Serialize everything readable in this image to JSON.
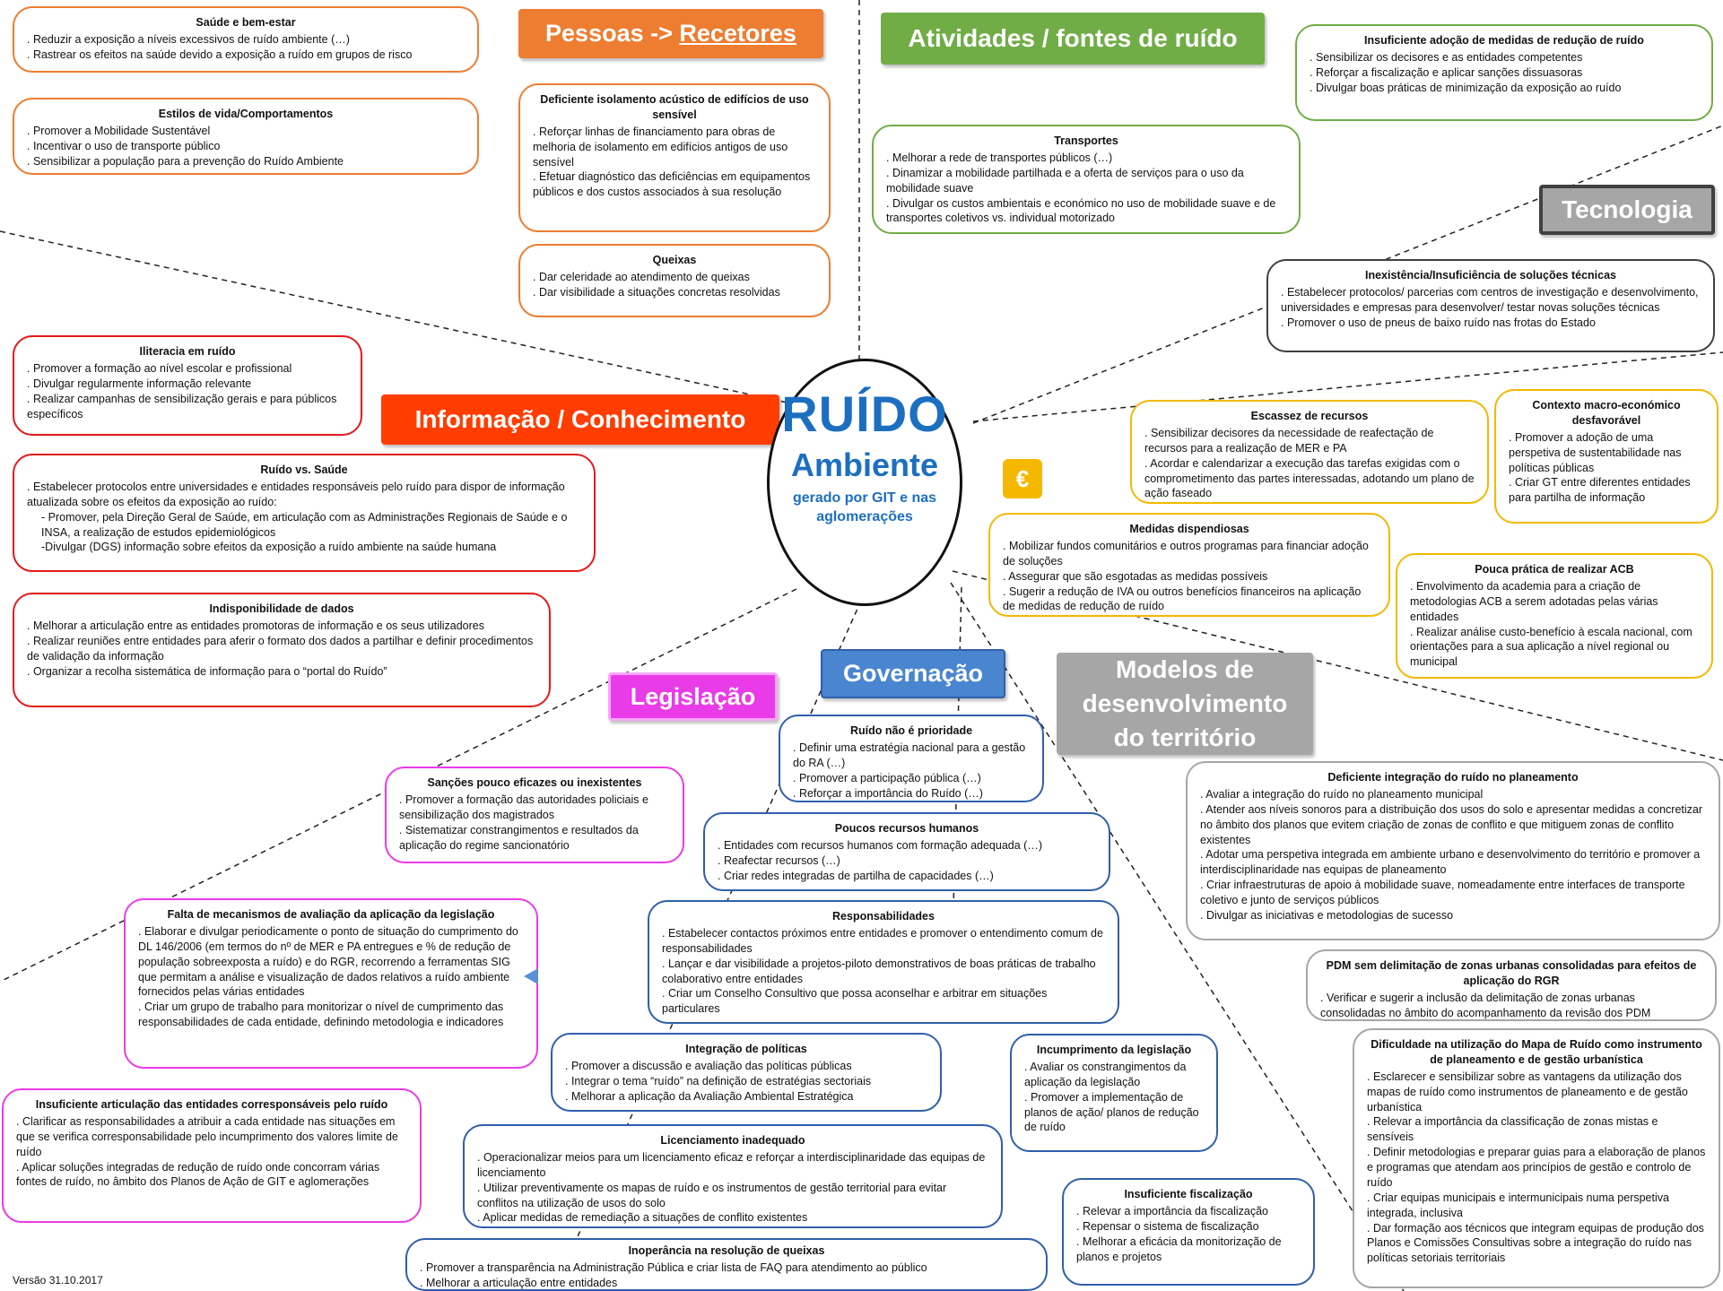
{
  "center": {
    "title": "RUÍDO",
    "subtitle": "Ambiente",
    "caption": "gerado por GIT e nas aglomerações"
  },
  "categories": {
    "pessoas": {
      "prefix": "Pessoas -> ",
      "link": "Recetores"
    },
    "atividades": "Atividades / fontes de ruído",
    "tecnologia": "Tecnologia",
    "informacao": "Informação / Conhecimento",
    "legislacao": "Legislação",
    "governacao": "Governação",
    "modelos": "Modelos de desenvolvimento do território",
    "euro": "€"
  },
  "colors": {
    "orange": "#ed7d31",
    "green": "#70ad47",
    "gray": "#a6a6a6",
    "dark": "#404040",
    "red": "#e31a1a",
    "orangered": "#ff3d00",
    "yellow": "#f5b800",
    "magenta": "#ea3be8",
    "blue": "#4a86d0",
    "darkblue": "#2f5faa"
  },
  "boxes": {
    "saude": {
      "title": "Saúde e bem-estar",
      "items": [
        ". Reduzir a exposição a níveis excessivos de ruído ambiente (…)",
        ". Rastrear os efeitos na saúde devido a exposição a ruído em grupos de risco"
      ]
    },
    "estilos": {
      "title": "Estilos de vida/Comportamentos",
      "items": [
        ". Promover a Mobilidade Sustentável",
        ". Incentivar o uso de transporte público",
        ". Sensibilizar a população para a prevenção do Ruído Ambiente"
      ]
    },
    "isolamento": {
      "title": "Deficiente isolamento acústico de edifícios de uso sensível",
      "items": [
        ". Reforçar linhas de financiamento para obras de melhoria de isolamento em edifícios antigos de uso sensível",
        ". Efetuar diagnóstico das deficiências em equipamentos públicos e dos custos associados à sua resolução"
      ]
    },
    "queixas": {
      "title": "Queixas",
      "items": [
        ". Dar celeridade ao atendimento de queixas",
        ". Dar visibilidade a situações concretas resolvidas"
      ]
    },
    "transportes": {
      "title": "Transportes",
      "items": [
        ". Melhorar a rede de transportes públicos (…)",
        ". Dinamizar a mobilidade partilhada e a oferta de serviços para o uso da mobilidade suave",
        ". Divulgar os custos ambientais e económico no uso de mobilidade suave e de  transportes coletivos vs. individual motorizado"
      ]
    },
    "insuficienteAdocao": {
      "title": "Insuficiente adoção de medidas de redução de ruído",
      "items": [
        ". Sensibilizar os decisores e as entidades competentes",
        ". Reforçar a fiscalização e aplicar sanções dissuasoras",
        ". Divulgar boas práticas de minimização da exposição ao ruído"
      ]
    },
    "inexistencia": {
      "title": "Inexistência/Insuficiência de soluções técnicas",
      "items": [
        ". Estabelecer protocolos/ parcerias com centros de investigação e desenvolvimento, universidades e empresas para desenvolver/ testar novas soluções técnicas",
        ". Promover o uso de pneus de baixo ruído nas frotas do Estado"
      ]
    },
    "iliteracia": {
      "title": "Iliteracia em ruído",
      "items": [
        ". Promover a formação ao nível escolar e profissional",
        ". Divulgar regularmente informação relevante",
        ". Realizar campanhas de sensibilização gerais e para públicos específicos"
      ]
    },
    "ruidoSaude": {
      "title": "Ruído vs. Saúde",
      "items": [
        ". Estabelecer protocolos entre universidades e entidades responsáveis pelo ruído para dispor de informação atualizada sobre os efeitos da exposição ao ruído:",
        "- Promover, pela Direção Geral de Saúde, em articulação com as Administrações Regionais de Saúde e o INSA, a realização de estudos epidemiológicos",
        "-Divulgar (DGS) informação sobre efeitos da exposição a ruído ambiente na saúde humana"
      ]
    },
    "indisponibilidade": {
      "title": "Indisponibilidade de dados",
      "items": [
        ". Melhorar a articulação entre as entidades promotoras de informação e os seus utilizadores",
        ". Realizar reuniões entre entidades para aferir o formato dos dados a partilhar e definir procedimentos de validação da informação",
        ". Organizar a recolha sistemática de informação para o “portal do Ruído”"
      ]
    },
    "escassez": {
      "title": "Escassez de recursos",
      "items": [
        ". Sensibilizar decisores da necessidade de reafectação de recursos para a realização de MER e PA",
        ". Acordar e calendarizar a execução das tarefas exigidas com o comprometimento das partes interessadas, adotando um plano de ação faseado"
      ]
    },
    "macro": {
      "title": "Contexto macro-económico desfavorável",
      "items": [
        ". Promover a adoção de uma perspetiva de sustentabilidade nas políticas públicas",
        ". Criar GT entre diferentes entidades para partilha de informação"
      ]
    },
    "dispendiosas": {
      "title": "Medidas dispendiosas",
      "items": [
        ". Mobilizar fundos comunitários e outros programas para financiar adoção de soluções",
        ". Assegurar que são esgotadas as medidas possíveis",
        ". Sugerir a redução de IVA ou outros benefícios financeiros na aplicação de medidas de redução de ruído"
      ]
    },
    "acb": {
      "title": "Pouca prática de realizar ACB",
      "items": [
        ". Envolvimento da academia para a criação de metodologias ACB a serem adotadas pelas várias entidades",
        ". Realizar análise custo-benefício à escala nacional, com orientações para a sua aplicação a nível regional ou municipal"
      ]
    },
    "naoPrioridade": {
      "title": "Ruído não é prioridade",
      "items": [
        ". Definir uma estratégia nacional para a gestão do RA (…)",
        ". Promover a participação pública (…)",
        ". Reforçar a importância do Ruído (…)"
      ]
    },
    "recursosHumanos": {
      "title": "Poucos recursos humanos",
      "items": [
        ". Entidades com recursos humanos com formação adequada (…)",
        ". Reafectar recursos (…)",
        ". Criar redes integradas de partilha de capacidades (…)"
      ]
    },
    "responsabilidades": {
      "title": "Responsabilidades",
      "items": [
        ". Estabelecer contactos próximos entre entidades e promover o entendimento comum de responsabilidades",
        ". Lançar e dar visibilidade a projetos-piloto demonstrativos de boas práticas de trabalho colaborativo entre entidades",
        ". Criar um Conselho Consultivo que possa aconselhar e arbitrar em situações particulares"
      ]
    },
    "integracaoPoliticas": {
      "title": "Integração de políticas",
      "items": [
        ". Promover a discussão e avaliação das políticas públicas",
        ". Integrar o tema “ruído” na definição de estratégias sectoriais",
        ". Melhorar a aplicação da Avaliação Ambiental Estratégica"
      ]
    },
    "incumprimento": {
      "title": "Incumprimento da legislação",
      "items": [
        ". Avaliar os constrangimentos da aplicação da legislação",
        ". Promover a implementação de planos de ação/ planos de redução de ruído"
      ]
    },
    "licenciamento": {
      "title": "Licenciamento inadequado",
      "items": [
        ". Operacionalizar meios para um  licenciamento eficaz e reforçar a interdisciplinaridade das equipas de licenciamento",
        ". Utilizar preventivamente os mapas de ruído e os instrumentos de gestão territorial para evitar conflitos na utilização de usos do solo",
        ". Aplicar medidas de remediação a situações de conflito existentes"
      ]
    },
    "fiscalizacao": {
      "title": "Insuficiente fiscalização",
      "items": [
        ". Relevar a importância da fiscalização",
        ". Repensar o sistema de fiscalização",
        ". Melhorar a eficácia da monitorização de planos e projetos"
      ]
    },
    "inoperancia": {
      "title": "Inoperância na resolução de queixas",
      "items": [
        ". Promover a transparência na Administração Pública e criar lista de FAQ para atendimento ao público",
        ". Melhorar a articulação entre entidades"
      ]
    },
    "sancoes": {
      "title": "Sanções pouco eficazes ou inexistentes",
      "items": [
        ". Promover a formação das autoridades policiais e sensibilização dos magistrados",
        ". Sistematizar constrangimentos e resultados da aplicação do regime sancionatório"
      ]
    },
    "faltaMecanismos": {
      "title": "Falta de mecanismos de avaliação da aplicação da legislação",
      "items": [
        ". Elaborar e divulgar periodicamente o ponto de situação do cumprimento do DL 146/2006 (em termos do nº de MER e PA entregues e % de redução de população sobreexposta a ruído) e do RGR, recorrendo a ferramentas SIG que permitam a análise e visualização de dados relativos a ruído ambiente fornecidos pelas várias entidades",
        ". Criar um grupo de trabalho para monitorizar o nível de cumprimento das responsabilidades de cada entidade, definindo metodologia e indicadores"
      ]
    },
    "articulacao": {
      "title": "Insuficiente articulação das entidades corresponsáveis pelo ruído",
      "items": [
        ". Clarificar as responsabilidades a atribuir a cada entidade nas situações em que se verifica corresponsabilidade pelo incumprimento dos valores limite de ruído",
        ". Aplicar soluções integradas de redução de ruído onde concorram várias fontes de ruído, no âmbito dos Planos de Ação de GIT e aglomerações"
      ]
    },
    "planeamento": {
      "title": "Deficiente integração do ruído no planeamento",
      "items": [
        ". Avaliar a integração do ruído no planeamento municipal",
        ". Atender aos níveis sonoros para a distribuição dos usos do solo e apresentar medidas a concretizar no âmbito dos planos que evitem criação de zonas de conflito e que mitiguem zonas de conflito existentes",
        ". Adotar uma perspetiva integrada em ambiente urbano e desenvolvimento do território e promover a interdisciplinaridade nas equipas de planeamento",
        ". Criar infraestruturas de apoio à mobilidade suave, nomeadamente entre interfaces de transporte coletivo e junto de serviços públicos",
        ". Divulgar as iniciativas e metodologias de sucesso"
      ]
    },
    "pdm": {
      "title": "PDM sem delimitação de zonas urbanas consolidadas para efeitos de aplicação do RGR",
      "items": [
        ". Verificar e sugerir a inclusão da delimitação de zonas urbanas consolidadas no âmbito do acompanhamento da revisão dos PDM"
      ]
    },
    "mapaRuido": {
      "title": "Dificuldade na utilização do Mapa de Ruído como instrumento de planeamento e de gestão urbanística",
      "items": [
        ". Esclarecer e sensibilizar sobre as vantagens da utilização dos mapas de ruído como instrumentos de planeamento e de gestão urbanística",
        ". Relevar a importância da classificação de zonas  mistas e sensíveis",
        ". Definir metodologias e preparar guias para a elaboração de planos e programas que atendam aos princípios de gestão e controlo de ruído",
        ". Criar equipas municipais e intermunicipais numa perspetiva integrada, inclusiva",
        ". Dar formação aos técnicos que integram equipas de produção dos Planos e Comissões Consultivas sobre a integração do ruído nas políticas setoriais territoriais"
      ]
    }
  },
  "version": "Versão 31.10.2017"
}
